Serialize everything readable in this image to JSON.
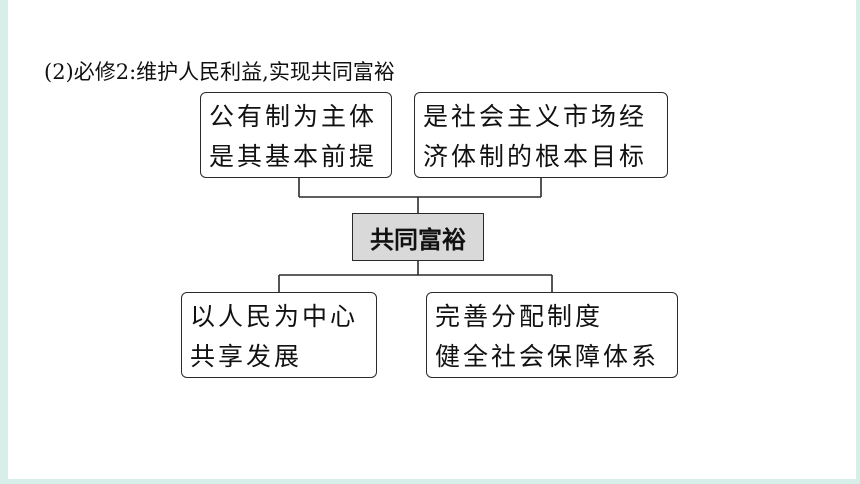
{
  "heading": "(2)必修2:维护人民利益,实现共同富裕",
  "center": "共同富裕",
  "top_left": [
    "公有制为主体",
    "是其基本前提"
  ],
  "top_right": [
    "是社会主义市场经",
    "济体制的根本目标"
  ],
  "bottom_left": [
    "以人民为中心",
    "共享发展"
  ],
  "bottom_right": [
    "完善分配制度",
    "健全社会保障体系"
  ]
}
